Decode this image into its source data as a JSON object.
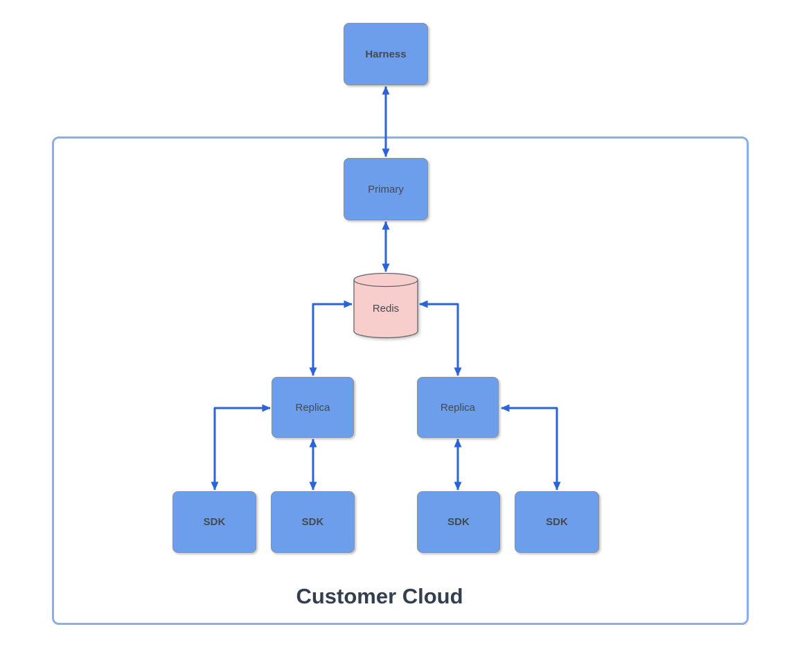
{
  "diagram": {
    "container_label": "Customer Cloud",
    "nodes": [
      {
        "id": "harness",
        "label": "Harness",
        "shape": "rectangle",
        "emphasis": "bold"
      },
      {
        "id": "primary",
        "label": "Primary",
        "shape": "rectangle"
      },
      {
        "id": "redis",
        "label": "Redis",
        "shape": "cylinder"
      },
      {
        "id": "replica-left",
        "label": "Replica",
        "shape": "rectangle"
      },
      {
        "id": "replica-right",
        "label": "Replica",
        "shape": "rectangle"
      },
      {
        "id": "sdk-outer-left",
        "label": "SDK",
        "shape": "rectangle",
        "emphasis": "bold"
      },
      {
        "id": "sdk-inner-left",
        "label": "SDK",
        "shape": "rectangle",
        "emphasis": "bold"
      },
      {
        "id": "sdk-inner-right",
        "label": "SDK",
        "shape": "rectangle",
        "emphasis": "bold"
      },
      {
        "id": "sdk-outer-right",
        "label": "SDK",
        "shape": "rectangle",
        "emphasis": "bold"
      }
    ],
    "edges": [
      {
        "from": "harness",
        "to": "primary",
        "bidirectional": true
      },
      {
        "from": "primary",
        "to": "redis",
        "bidirectional": true
      },
      {
        "from": "redis",
        "to": "replica-left",
        "bidirectional": true,
        "style": "elbow"
      },
      {
        "from": "redis",
        "to": "replica-right",
        "bidirectional": true,
        "style": "elbow"
      },
      {
        "from": "replica-left",
        "to": "sdk-outer-left",
        "bidirectional": true,
        "style": "elbow"
      },
      {
        "from": "replica-left",
        "to": "sdk-inner-left",
        "bidirectional": true
      },
      {
        "from": "replica-right",
        "to": "sdk-inner-right",
        "bidirectional": true
      },
      {
        "from": "replica-right",
        "to": "sdk-outer-right",
        "bidirectional": true,
        "style": "elbow"
      }
    ],
    "nodes_inside_container": [
      "primary",
      "redis",
      "replica-left",
      "replica-right",
      "sdk-outer-left",
      "sdk-inner-left",
      "sdk-inner-right",
      "sdk-outer-right"
    ]
  },
  "colors": {
    "node_fill": "#6d9eeb",
    "node_border": "#8b9096",
    "node_text": "#44494e",
    "redis_fill": "#f8cecc",
    "redis_border": "#5f666d",
    "arrow": "#2b63d9",
    "container_border": "#8aaeea",
    "title_text": "#333e4f"
  }
}
